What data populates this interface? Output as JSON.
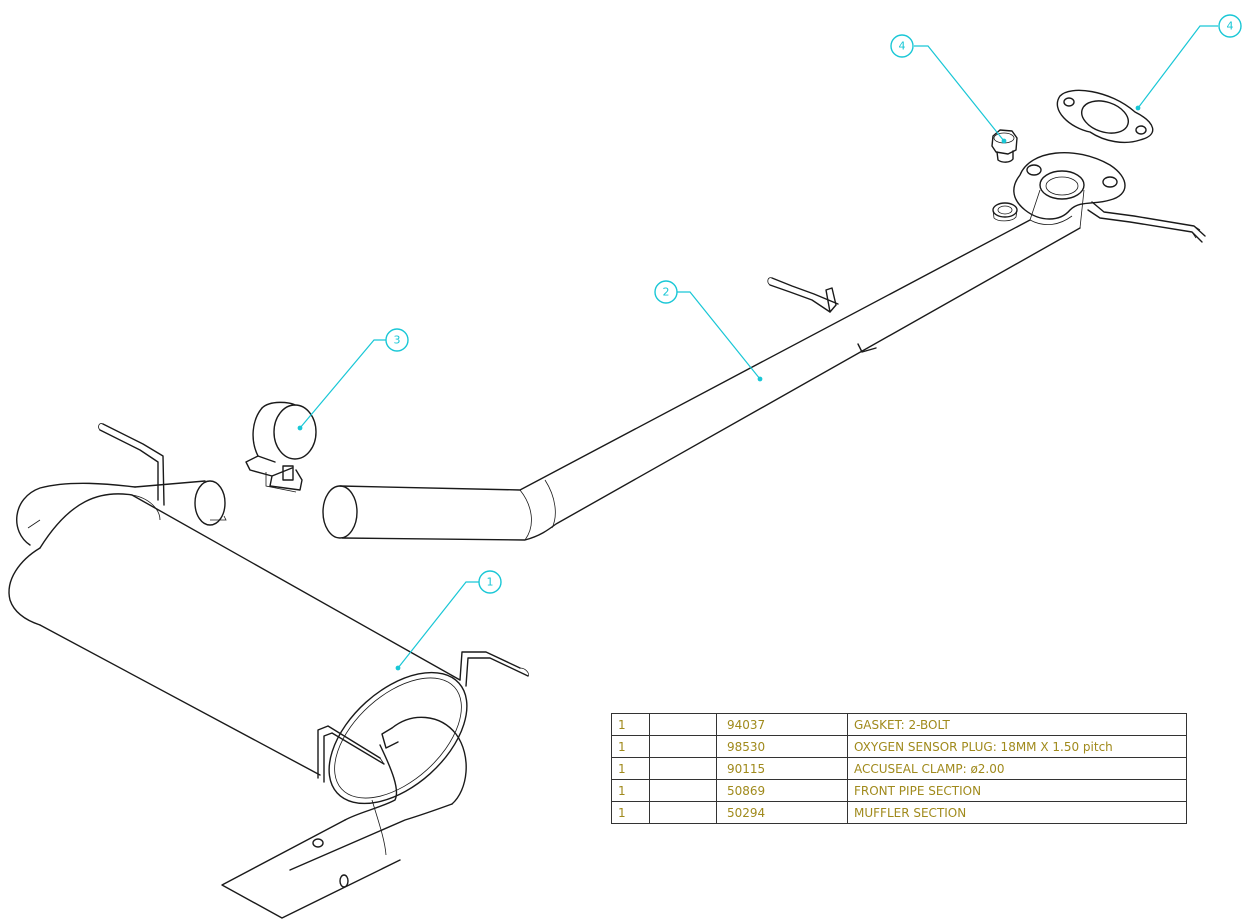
{
  "balloons": [
    {
      "id": "balloon-4-plug",
      "label": "4"
    },
    {
      "id": "balloon-4-gasket",
      "label": "4"
    },
    {
      "id": "balloon-2",
      "label": "2"
    },
    {
      "id": "balloon-3",
      "label": "3"
    },
    {
      "id": "balloon-1",
      "label": "1"
    }
  ],
  "parts_list": {
    "rows": [
      {
        "qty": "1",
        "blank": "",
        "part_no": "94037",
        "description": "GASKET: 2-BOLT"
      },
      {
        "qty": "1",
        "blank": "",
        "part_no": "98530",
        "description": "OXYGEN SENSOR PLUG: 18MM X 1.50 pitch"
      },
      {
        "qty": "1",
        "blank": "",
        "part_no": "90115",
        "description": "ACCUSEAL CLAMP: ø2.00"
      },
      {
        "qty": "1",
        "blank": "",
        "part_no": "50869",
        "description": "FRONT PIPE SECTION"
      },
      {
        "qty": "1",
        "blank": "",
        "part_no": "50294",
        "description": "MUFFLER SECTION"
      }
    ]
  },
  "colors": {
    "balloon": "#19c7d6",
    "table_text": "#a08a1c",
    "lines": "#1a1a1a"
  }
}
